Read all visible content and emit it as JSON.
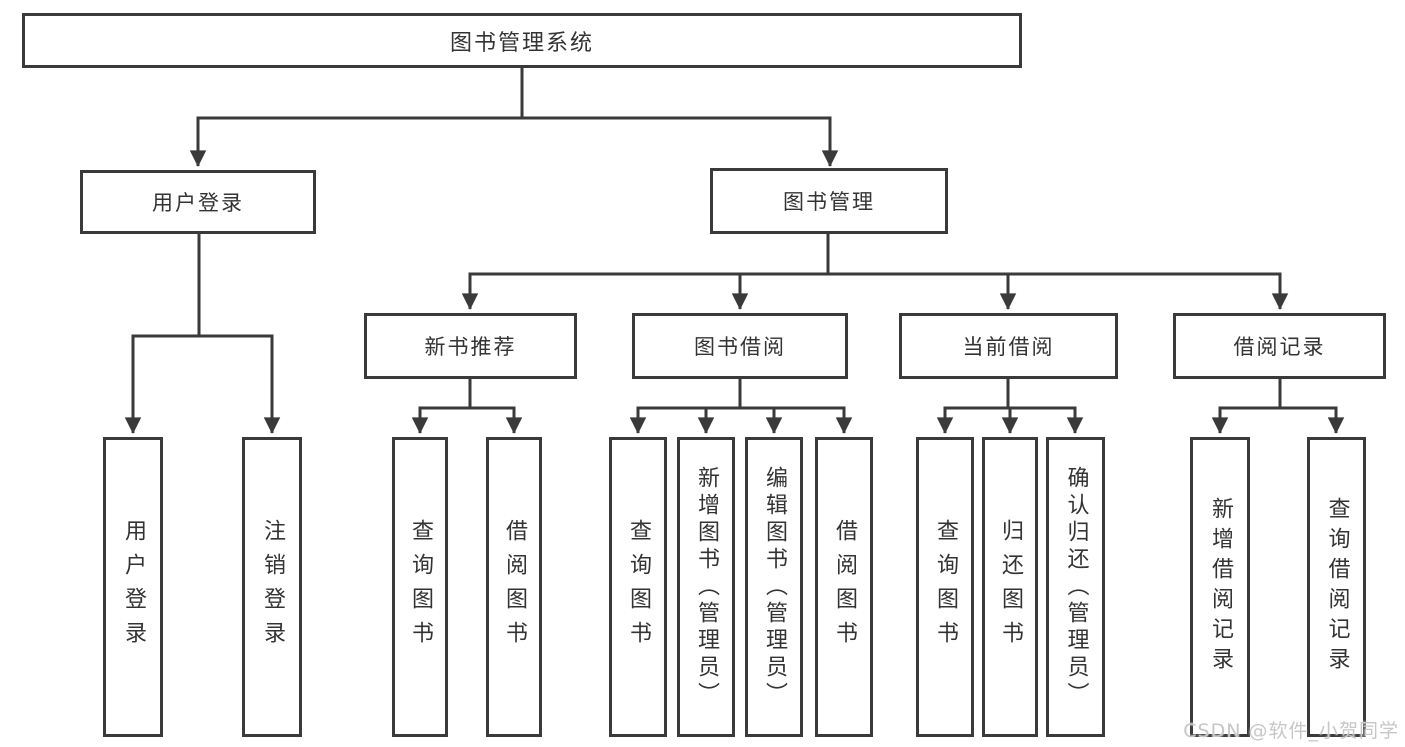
{
  "colors": {
    "line": "#3a3a3a",
    "border": "#3a3a3a",
    "text": "#333333",
    "watermark": "#c7c7c7"
  },
  "tree": {
    "root": {
      "label": "图书管理系统"
    },
    "children": [
      {
        "label": "用户登录",
        "children": [
          {
            "label": "用户登录"
          },
          {
            "label": "注销登录"
          }
        ]
      },
      {
        "label": "图书管理",
        "children": [
          {
            "label": "新书推荐",
            "children": [
              {
                "label": "查询图书"
              },
              {
                "label": "借阅图书"
              }
            ]
          },
          {
            "label": "图书借阅",
            "children": [
              {
                "label": "查询图书"
              },
              {
                "label": "新增图书（管理员）"
              },
              {
                "label": "编辑图书（管理员）"
              },
              {
                "label": "借阅图书"
              }
            ]
          },
          {
            "label": "当前借阅",
            "children": [
              {
                "label": "查询图书"
              },
              {
                "label": "归还图书"
              },
              {
                "label": "确认归还（管理员）"
              }
            ]
          },
          {
            "label": "借阅记录",
            "children": [
              {
                "label": "新增借阅记录"
              },
              {
                "label": "查询借阅记录"
              }
            ]
          }
        ]
      }
    ]
  },
  "watermark": {
    "text": "CSDN @软件_小贺同学"
  }
}
